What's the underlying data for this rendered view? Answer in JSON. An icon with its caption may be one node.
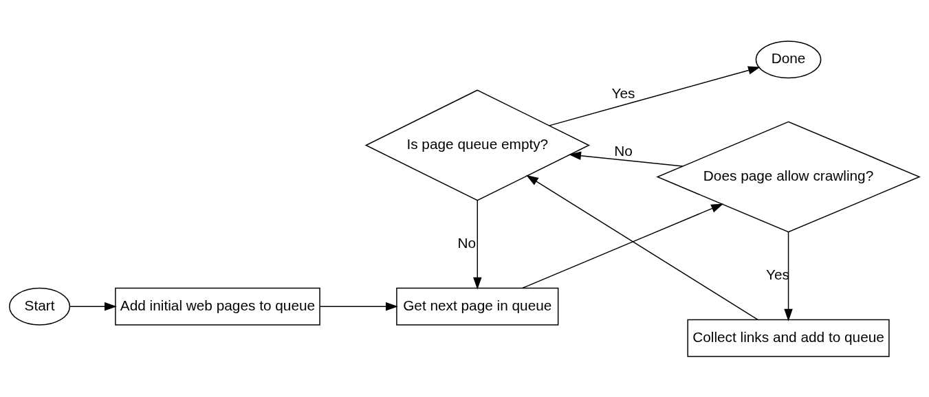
{
  "diagram": {
    "nodes": [
      {
        "text": [
          "Start"
        ]
      },
      {
        "text": [
          "Add initial web pages to queue"
        ]
      },
      {
        "text": [
          "Get next page in queue"
        ]
      },
      {
        "text": [
          "Does page allow crawling?"
        ]
      },
      {
        "text": [
          "Collect links and add to queue"
        ]
      },
      {
        "text": [
          "Is page queue empty?"
        ]
      },
      {
        "text": [
          "Done"
        ]
      }
    ],
    "edges": [
      {
        "from": 0,
        "to": 1,
        "arrow": "to"
      },
      {
        "from": 1,
        "to": 2,
        "arrow": "to"
      },
      {
        "from": 2,
        "to": 3,
        "arrow": "to"
      },
      {
        "from": 3,
        "to": 4,
        "arrow": "to",
        "label": "Yes"
      },
      {
        "from": 4,
        "to": 5,
        "arrow": "to"
      },
      {
        "from": 3,
        "to": 5,
        "arrow": "to",
        "label": "No"
      },
      {
        "from": 5,
        "to": 2,
        "arrow": "to",
        "label": "No"
      },
      {
        "from": 5,
        "to": 6,
        "arrow": "to",
        "label": "Yes"
      }
    ]
  }
}
